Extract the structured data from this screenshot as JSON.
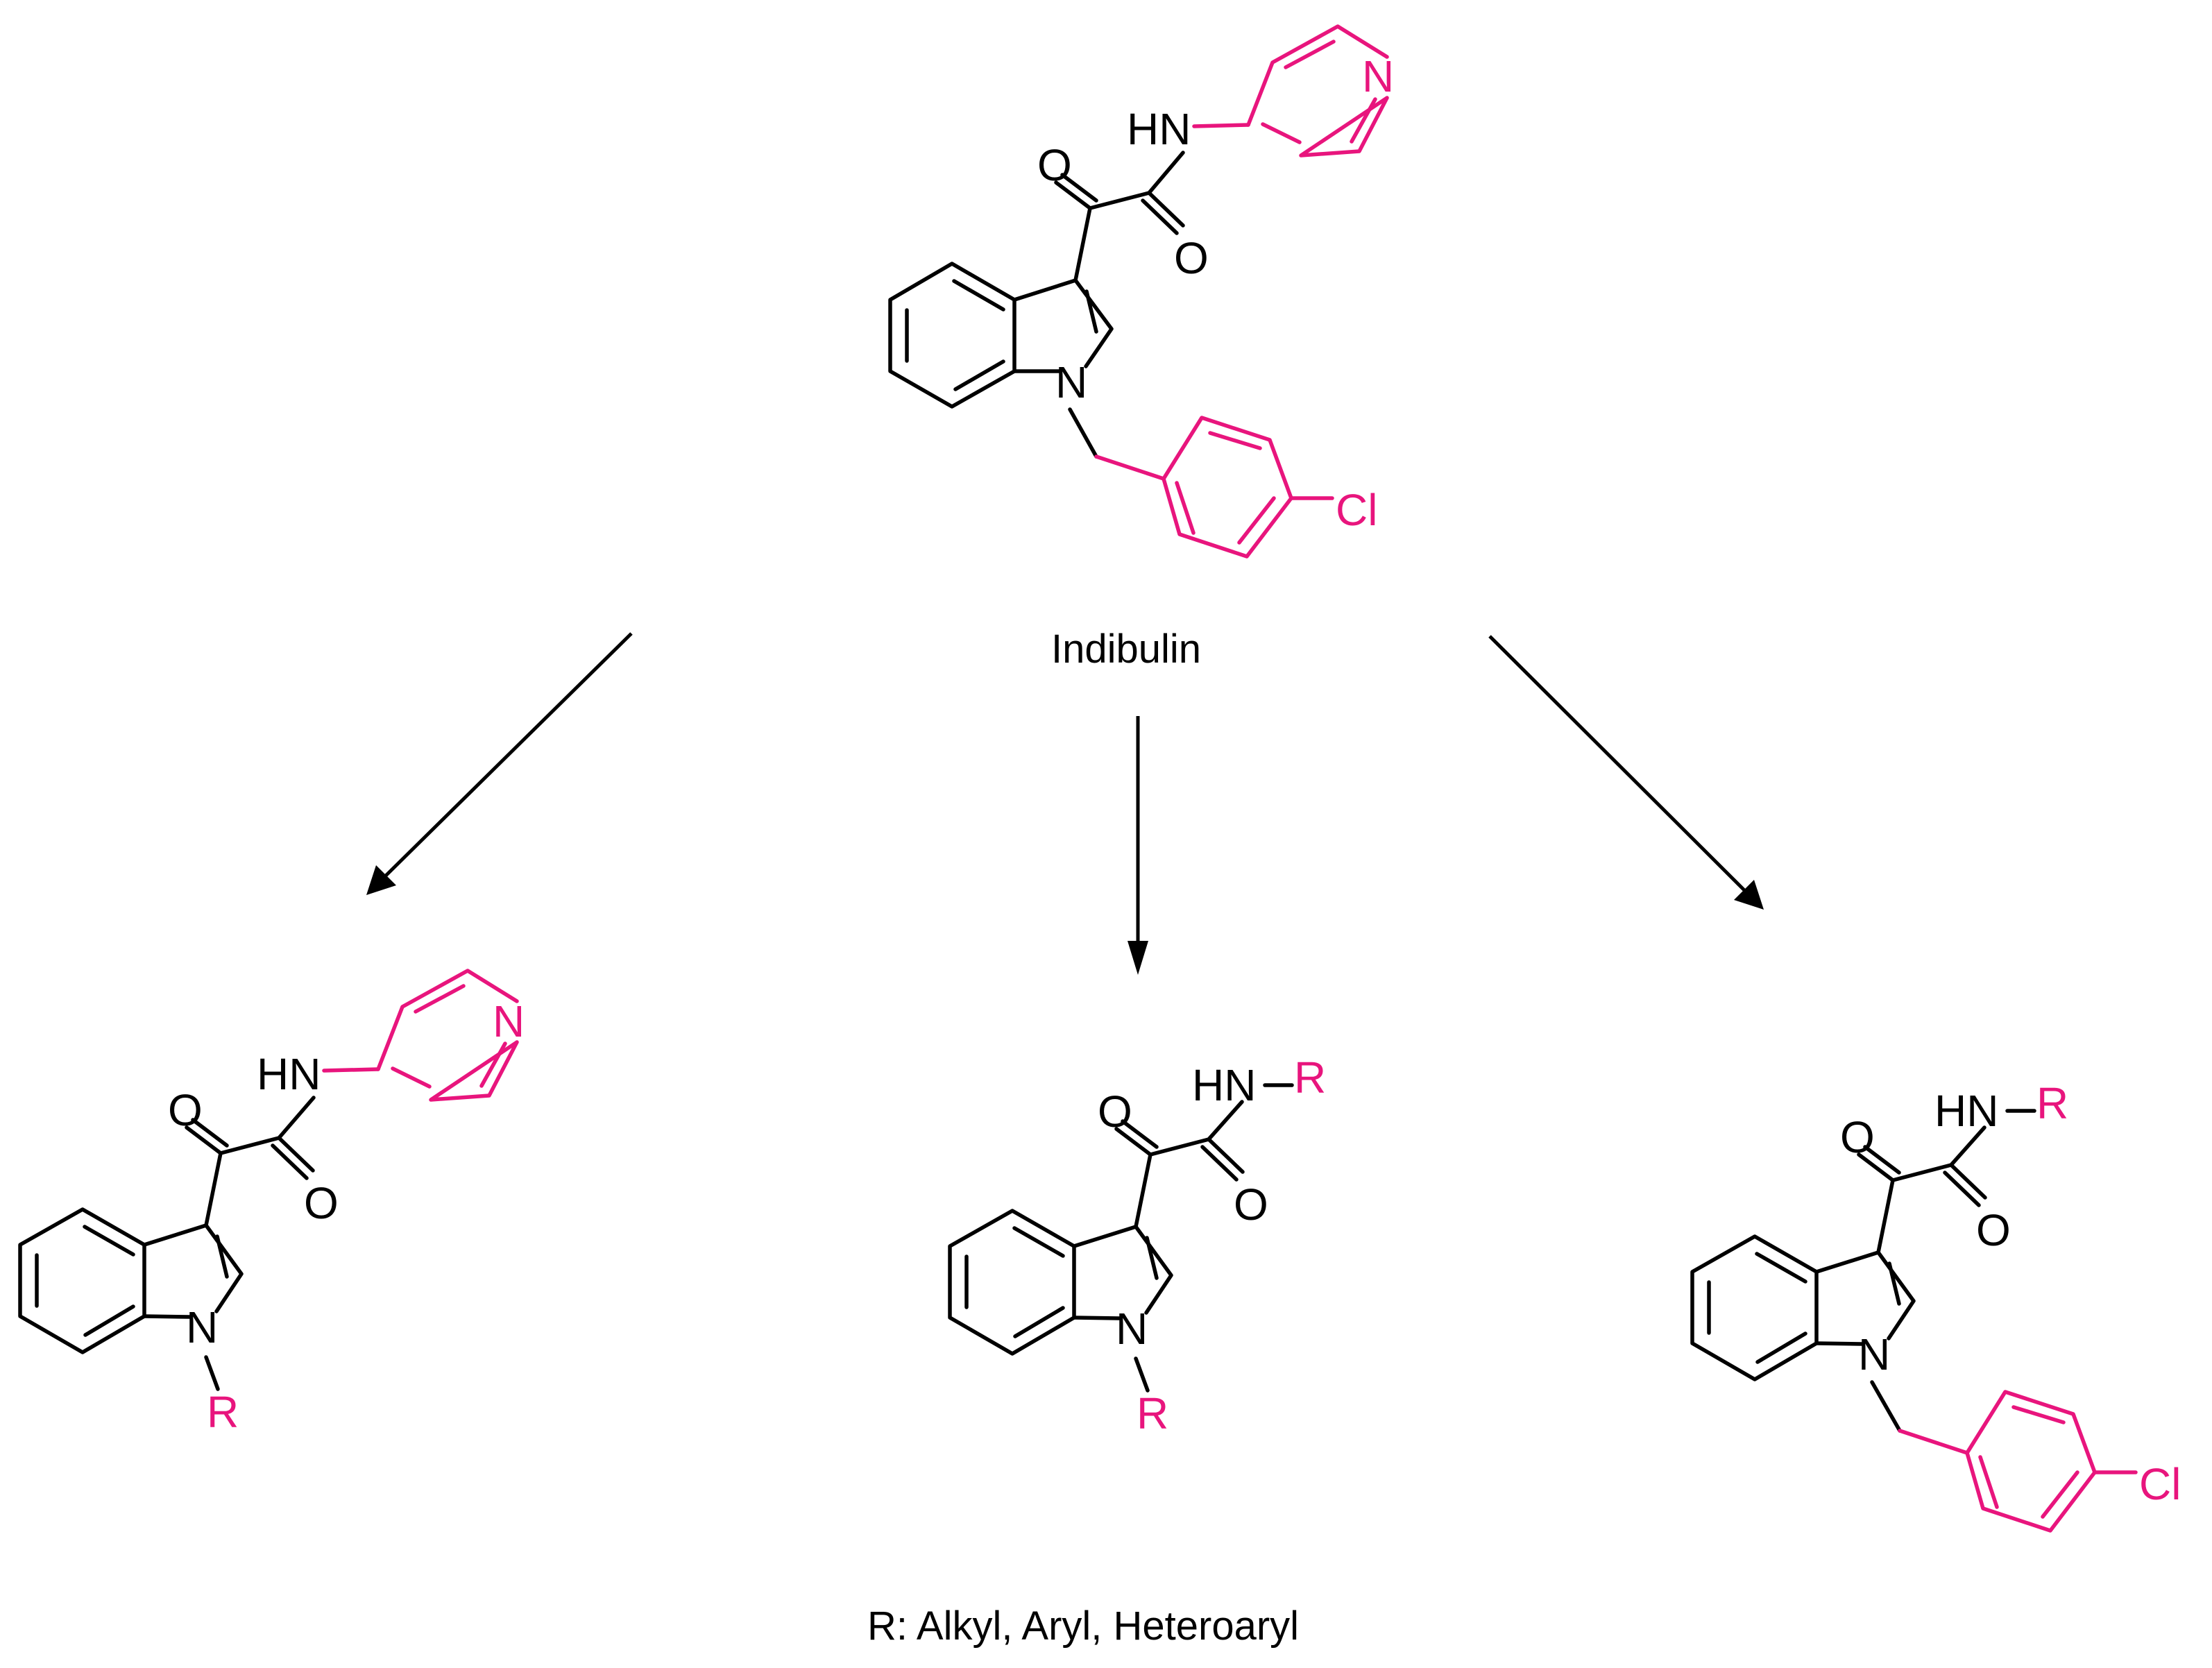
{
  "title": "Indibulin",
  "footnote": "R: Alkyl, Aryl, Heteroaryl",
  "colors": {
    "bond": "#000000",
    "highlight": "#E8157D"
  },
  "atoms": {
    "o": "O",
    "hn": "HN",
    "n": "N",
    "r": "R",
    "cl": "Cl"
  },
  "structures": [
    {
      "name": "Indibulin",
      "n1_substituent": "4-chlorobenzyl",
      "amide_substituent": "4-pyridyl"
    },
    {
      "name": "",
      "n1_substituent": "R",
      "amide_substituent": "4-pyridyl"
    },
    {
      "name": "",
      "n1_substituent": "R",
      "amide_substituent": "R"
    },
    {
      "name": "",
      "n1_substituent": "4-chlorobenzyl",
      "amide_substituent": "R"
    }
  ]
}
